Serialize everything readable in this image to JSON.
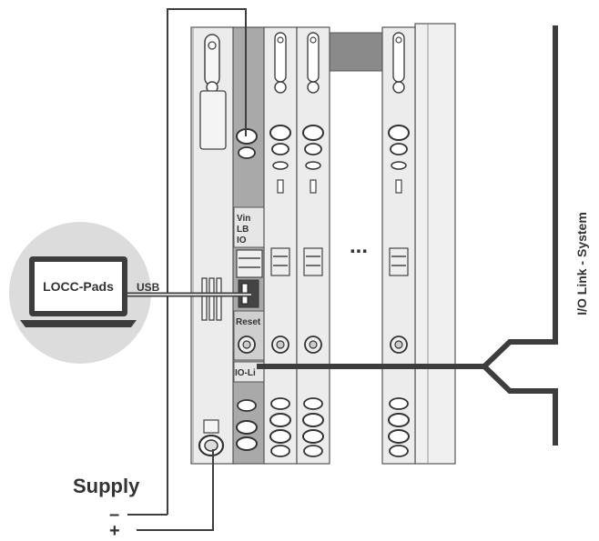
{
  "laptop": {
    "screen_label": "LOCC-Pads"
  },
  "usb_label": "USB",
  "gateway": {
    "led_labels": [
      "Vin",
      "LB",
      "IO"
    ],
    "reset_label": "Reset",
    "iolink_label": "IO-Li"
  },
  "ellipsis": "...",
  "system_label": "I/O Link - System",
  "supply": {
    "title": "Supply",
    "minus": "–",
    "plus": "+"
  },
  "colors": {
    "dark": "#3d3d3d",
    "module": "#ececec",
    "gray": "#a9a9a9",
    "circle": "#dcdcdc",
    "stripe": "#888888"
  }
}
